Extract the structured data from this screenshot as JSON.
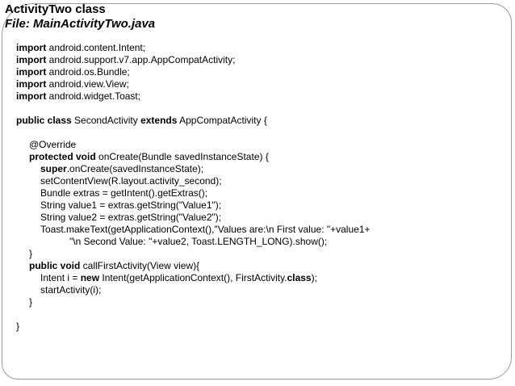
{
  "slide": {
    "title": "ActivityTwo class",
    "subtitle": "File: MainActivityTwo.java",
    "border_color": "#999999",
    "background_color": "#ffffff",
    "text_color": "#000000"
  },
  "code": {
    "language": "java",
    "lines": [
      {
        "indent": 0,
        "segments": [
          {
            "b": true,
            "t": "import"
          },
          {
            "b": false,
            "t": " android.content.Intent;"
          }
        ]
      },
      {
        "indent": 0,
        "segments": [
          {
            "b": true,
            "t": "import"
          },
          {
            "b": false,
            "t": " android.support.v7.app.AppCompatActivity;"
          }
        ]
      },
      {
        "indent": 0,
        "segments": [
          {
            "b": true,
            "t": "import"
          },
          {
            "b": false,
            "t": " android.os.Bundle;"
          }
        ]
      },
      {
        "indent": 0,
        "segments": [
          {
            "b": true,
            "t": "import"
          },
          {
            "b": false,
            "t": " android.view.View;"
          }
        ]
      },
      {
        "indent": 0,
        "segments": [
          {
            "b": true,
            "t": "import"
          },
          {
            "b": false,
            "t": " android.widget.Toast;"
          }
        ]
      },
      {
        "indent": 0,
        "segments": []
      },
      {
        "indent": 0,
        "segments": [
          {
            "b": true,
            "t": "public class"
          },
          {
            "b": false,
            "t": " SecondActivity "
          },
          {
            "b": true,
            "t": "extends"
          },
          {
            "b": false,
            "t": " AppCompatActivity {"
          }
        ]
      },
      {
        "indent": 0,
        "segments": []
      },
      {
        "indent": 1,
        "segments": [
          {
            "b": false,
            "t": "@Override"
          }
        ]
      },
      {
        "indent": 1,
        "segments": [
          {
            "b": true,
            "t": "protected void"
          },
          {
            "b": false,
            "t": " onCreate(Bundle savedInstanceState) {"
          }
        ]
      },
      {
        "indent": 2,
        "segments": [
          {
            "b": true,
            "t": "super"
          },
          {
            "b": false,
            "t": ".onCreate(savedInstanceState);"
          }
        ]
      },
      {
        "indent": 2,
        "segments": [
          {
            "b": false,
            "t": "setContentView(R.layout.activity_second);"
          }
        ]
      },
      {
        "indent": 2,
        "segments": [
          {
            "b": false,
            "t": "Bundle extras = getIntent().getExtras();"
          }
        ]
      },
      {
        "indent": 2,
        "segments": [
          {
            "b": false,
            "t": "String value1 = extras.getString(\"Value1\");"
          }
        ]
      },
      {
        "indent": 2,
        "segments": [
          {
            "b": false,
            "t": "String value2 = extras.getString(\"Value2\");"
          }
        ]
      },
      {
        "indent": 2,
        "segments": [
          {
            "b": false,
            "t": "Toast.makeText(getApplicationContext(),\"Values are:\\n First value: \"+value1+"
          }
        ]
      },
      {
        "indent": 3,
        "segments": [
          {
            "b": false,
            "t": "\"\\n Second Value: \"+value2, Toast.LENGTH_LONG).show();"
          }
        ]
      },
      {
        "indent": 1,
        "segments": [
          {
            "b": false,
            "t": "}"
          }
        ]
      },
      {
        "indent": 1,
        "segments": [
          {
            "b": true,
            "t": "public void"
          },
          {
            "b": false,
            "t": " callFirstActivity(View view){"
          }
        ]
      },
      {
        "indent": 2,
        "segments": [
          {
            "b": false,
            "t": "Intent i = "
          },
          {
            "b": true,
            "t": "new"
          },
          {
            "b": false,
            "t": " Intent(getApplicationContext(), FirstActivity."
          },
          {
            "b": true,
            "t": "class"
          },
          {
            "b": false,
            "t": ");"
          }
        ]
      },
      {
        "indent": 2,
        "segments": [
          {
            "b": false,
            "t": "startActivity(i);"
          }
        ]
      },
      {
        "indent": 1,
        "segments": [
          {
            "b": false,
            "t": "}"
          }
        ]
      },
      {
        "indent": 0,
        "segments": []
      },
      {
        "indent": 0,
        "segments": [
          {
            "b": false,
            "t": "}"
          }
        ]
      }
    ]
  }
}
